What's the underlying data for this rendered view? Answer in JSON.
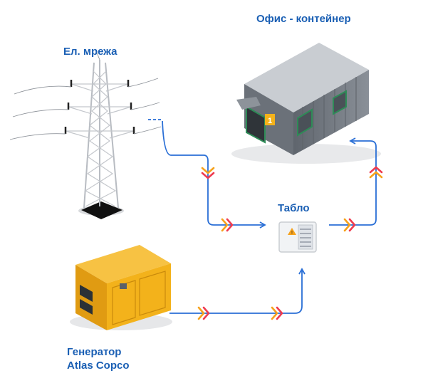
{
  "labels": {
    "office": "Офис - контейнер",
    "grid": "Ел. мрежа",
    "panel": "Табло",
    "generator_line1": "Генератор",
    "generator_line2": "Atlas Copco"
  },
  "container_badge": "1",
  "colors": {
    "label": "#1a5fb4",
    "flow_line": "#2a6fd6",
    "chevron_red": "#ef3b4f",
    "chevron_orange": "#f6a21c",
    "generator": "#f3b21b",
    "container": "#7a8088",
    "tower": "#c9ccd1"
  }
}
